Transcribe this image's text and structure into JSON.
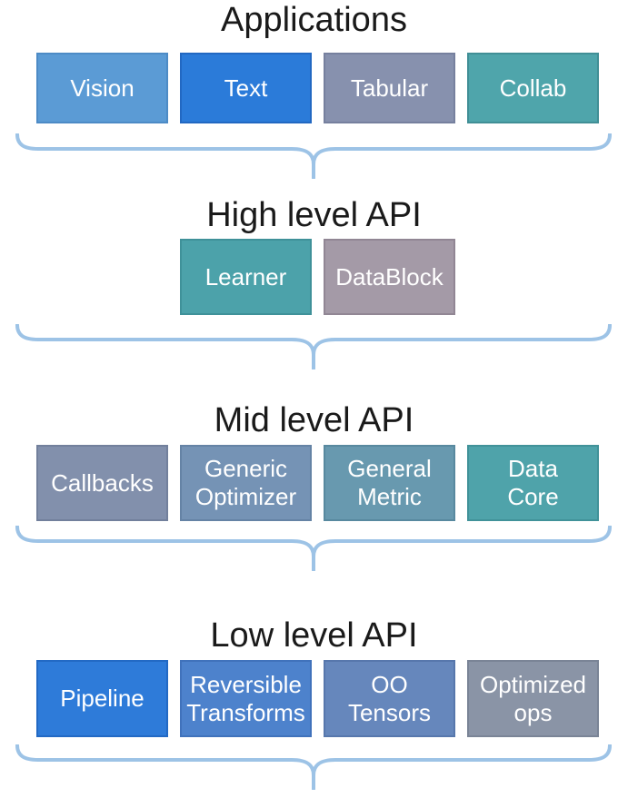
{
  "diagram": {
    "background": "#FFFFFF",
    "title_color": "#1A1A1A",
    "box_text_color": "#FFFFFF",
    "brace_color": "#9DC3E6",
    "sections": [
      {
        "title": "Applications",
        "boxes": [
          {
            "label": "Vision",
            "fill": "#5B9BD5",
            "border": "#4D8BC6"
          },
          {
            "label": "Text",
            "fill": "#2B7BD9",
            "border": "#2268C2"
          },
          {
            "label": "Tabular",
            "fill": "#8791AE",
            "border": "#76809E"
          },
          {
            "label": "Collab",
            "fill": "#4FA5AB",
            "border": "#418F96"
          }
        ]
      },
      {
        "title": "High level API",
        "boxes": [
          {
            "label": "Learner",
            "fill": "#4CA2AA",
            "border": "#3F9199"
          },
          {
            "label": "DataBlock",
            "fill": "#A49AA7",
            "border": "#918694"
          }
        ]
      },
      {
        "title": "Mid level API",
        "boxes": [
          {
            "label": "Callbacks",
            "fill": "#8290AC",
            "border": "#72809C"
          },
          {
            "label": "Generic\nOptimizer",
            "fill": "#7593B5",
            "border": "#6583A5"
          },
          {
            "label": "General\nMetric",
            "fill": "#6899AF",
            "border": "#58899F"
          },
          {
            "label": "Data\nCore",
            "fill": "#4FA3AA",
            "border": "#419299"
          }
        ]
      },
      {
        "title": "Low level API",
        "boxes": [
          {
            "label": "Pipeline",
            "fill": "#2E7BD9",
            "border": "#2269C4"
          },
          {
            "label": "Reversible\nTransforms",
            "fill": "#4D82CC",
            "border": "#4072BB"
          },
          {
            "label": "OO\nTensors",
            "fill": "#6687BC",
            "border": "#5777AC"
          },
          {
            "label": "Optimized\nops",
            "fill": "#8A94A6",
            "border": "#7A8496"
          }
        ]
      }
    ]
  }
}
